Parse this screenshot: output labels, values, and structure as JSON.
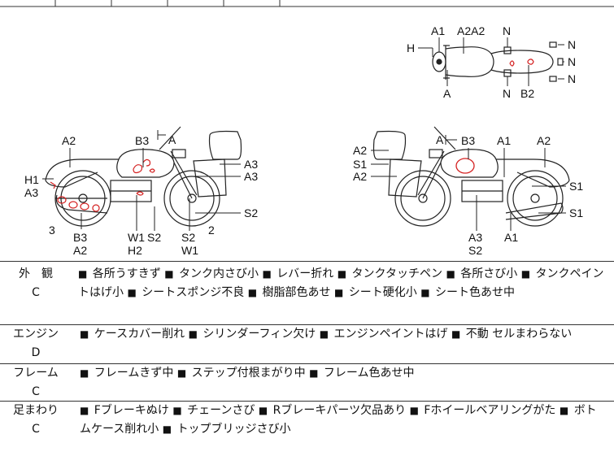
{
  "diagram": {
    "top_view_labels": [
      "A1",
      "A2A2",
      "N",
      "H",
      "N",
      "N",
      "N",
      "A",
      "N",
      "B2"
    ],
    "left_view_labels": [
      "A2",
      "B3",
      "A",
      "A3",
      "A3",
      "H1",
      "A3",
      "3",
      "B3",
      "A2",
      "W1",
      "H2",
      "S2",
      "S2",
      "W1",
      "2",
      "S2"
    ],
    "right_view_labels": [
      "A",
      "B3",
      "A1",
      "A2",
      "A2",
      "S1",
      "A2",
      "S1",
      "S1",
      "A3",
      "S2",
      "A1"
    ]
  },
  "sections": [
    {
      "name": "外　観",
      "grade": "C",
      "items": [
        "各所うすきず",
        "タンク内さび小",
        "レバー折れ",
        "タンクタッチペン",
        "各所さび小",
        "タンクペイントはげ小",
        "シートスポンジ不良",
        "樹脂部色あせ",
        "シート硬化小",
        "シート色あせ中"
      ]
    },
    {
      "name": "エンジン",
      "grade": "D",
      "items": [
        "ケースカバー削れ",
        "シリンダーフィン欠け",
        "エンジンペイントはげ",
        "不動 セルまわらない"
      ]
    },
    {
      "name": "フレーム",
      "grade": "C",
      "items": [
        "フレームきず中",
        "ステップ付根まがり中",
        "フレーム色あせ中"
      ]
    },
    {
      "name": "足まわり",
      "grade": "C",
      "items": [
        "Fブレーキぬけ",
        "チェーンさび",
        "Rブレーキパーツ欠品あり",
        "Fホイールベアリングがた",
        "ボトムケース削れ小",
        "トップブリッジさび小"
      ]
    }
  ],
  "colors": {
    "line": "#222222",
    "damage": "#d42020",
    "border": "#333333"
  }
}
